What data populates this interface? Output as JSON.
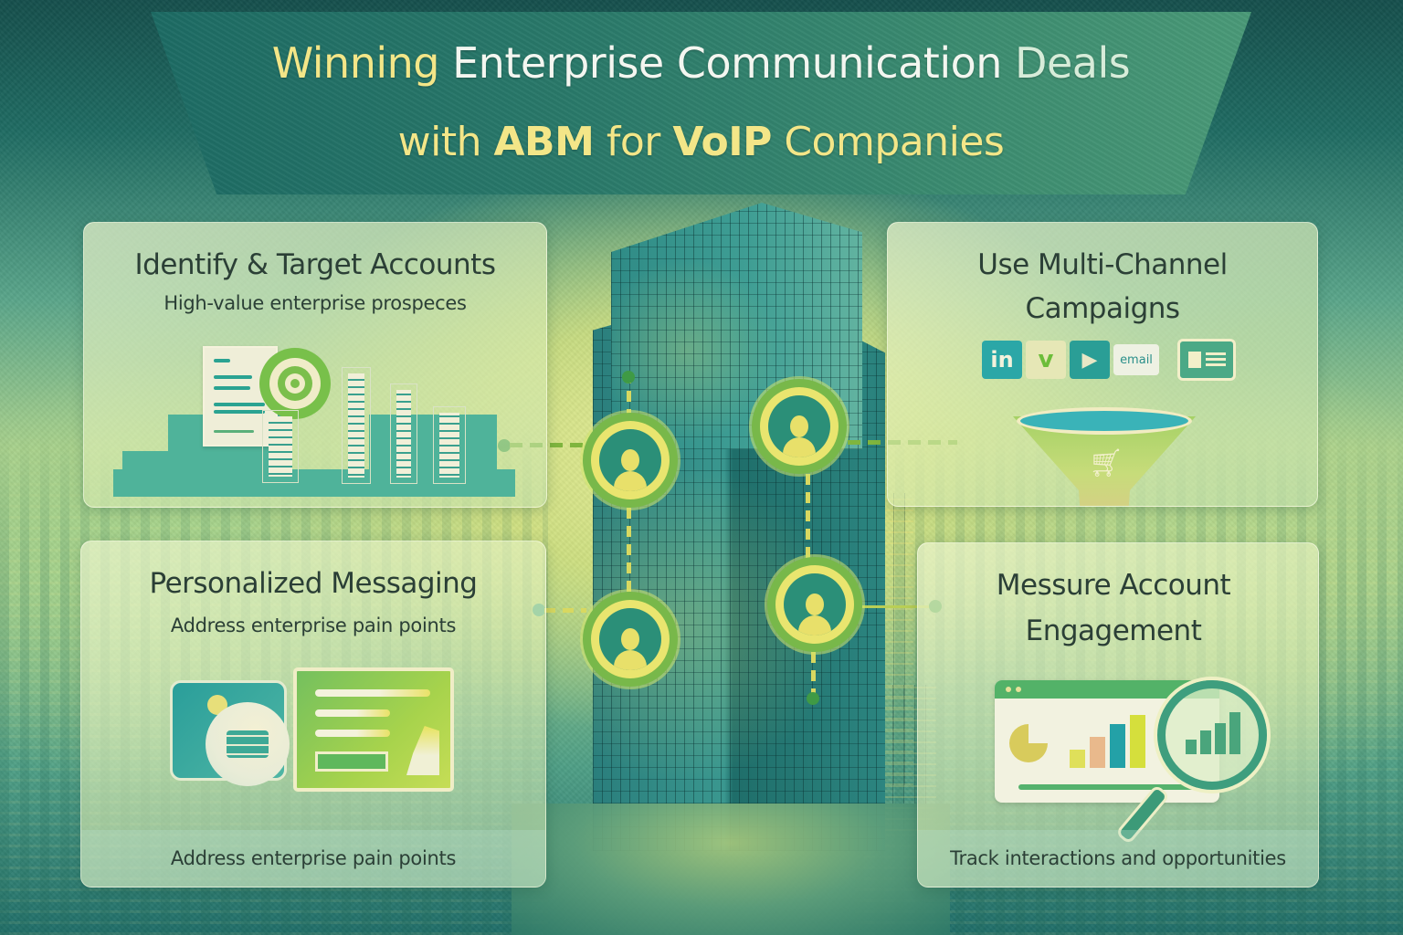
{
  "header": {
    "title_line1": [
      {
        "text": "Winning ",
        "style": "yellow"
      },
      {
        "text": "Enterprise Communication ",
        "style": "white"
      },
      {
        "text": "Deals",
        "style": "pale"
      }
    ],
    "title_line2": [
      {
        "text": "with ",
        "style": "yellow"
      },
      {
        "text": "ABM",
        "style": "yellow-bold"
      },
      {
        "text": " for ",
        "style": "yellow"
      },
      {
        "text": "VoIP",
        "style": "yellow-bold"
      },
      {
        "text": " Companies",
        "style": "yellow"
      }
    ],
    "full_title": "Winning Enterprise Communication Deals with ABM for VoIP Companies"
  },
  "cards": {
    "identify": {
      "title": "Identify & Target Accounts",
      "subtitle": "High-value enterprise prospeces",
      "icons": [
        "document-icon",
        "target-icon",
        "city-skyline-icon"
      ]
    },
    "multichannel": {
      "title_line1": "Use Multi-Channel",
      "title_line2": "Campaigns",
      "channels": [
        {
          "label": "in",
          "icon": "linkedin-icon"
        },
        {
          "label": "v",
          "icon": "vine-icon"
        },
        {
          "label": "▶",
          "icon": "video-play-icon"
        },
        {
          "label": "email",
          "icon": "email-icon"
        },
        {
          "label": "",
          "icon": "contact-card-icon"
        }
      ],
      "funnel_icon": "shopping-cart-icon"
    },
    "personalized": {
      "title": "Personalized Messaging",
      "subtitle": "Address enterprise pain points",
      "footer": "Address enterprise pain points",
      "icons": [
        "chat-bubble-icon",
        "message-panel-icon"
      ]
    },
    "measure": {
      "title_line1": "Messure Account",
      "title_line2": "Engagement",
      "footer": "Track interactions and opportunities",
      "icons": [
        "dashboard-chart-icon",
        "magnifier-icon"
      ]
    }
  },
  "center": {
    "nodes": [
      "person-icon",
      "person-icon",
      "person-icon",
      "person-icon"
    ]
  },
  "colors": {
    "banner": "#2a7a6a",
    "title_yellow": "#f3e688",
    "title_white": "#f3f6f0",
    "card_text": "#2b3f36",
    "node_ring": "#e9e56f",
    "node_outer": "#78b84a",
    "connector": "#7fb53e"
  }
}
